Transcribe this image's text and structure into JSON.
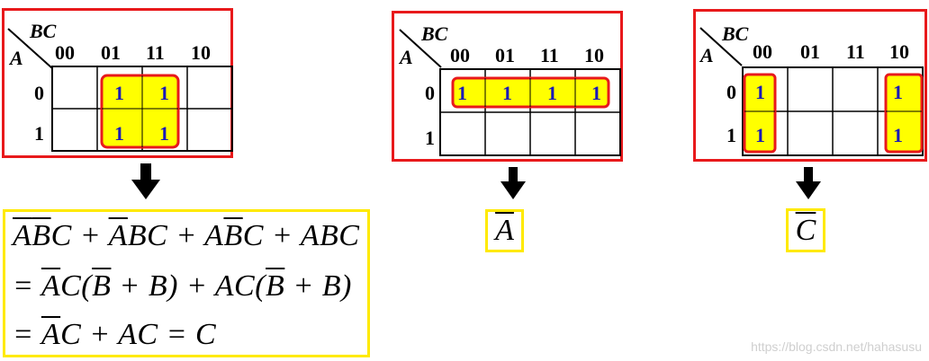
{
  "kmaps": [
    {
      "var_col": "BC",
      "var_row": "A",
      "cols": [
        "00",
        "01",
        "11",
        "10"
      ],
      "rows": [
        "0",
        "1"
      ],
      "cells": [
        [
          "",
          "1",
          "1",
          ""
        ],
        [
          "",
          "1",
          "1",
          ""
        ]
      ],
      "result": "C"
    },
    {
      "var_col": "BC",
      "var_row": "A",
      "cols": [
        "00",
        "01",
        "11",
        "10"
      ],
      "rows": [
        "0",
        "1"
      ],
      "cells": [
        [
          "1",
          "1",
          "1",
          "1"
        ],
        [
          "",
          "",
          "",
          ""
        ]
      ],
      "result": "A"
    },
    {
      "var_col": "BC",
      "var_row": "A",
      "cols": [
        "00",
        "01",
        "11",
        "10"
      ],
      "rows": [
        "0",
        "1"
      ],
      "cells": [
        [
          "1",
          "",
          "",
          "1"
        ],
        [
          "1",
          "",
          "",
          "1"
        ]
      ],
      "result": "C"
    }
  ],
  "derivation": {
    "line1": [
      "A",
      "B",
      "C",
      " + ",
      "A",
      "BC",
      " + A",
      "B",
      "C",
      " + ABC"
    ],
    "line2": [
      "= ",
      "A",
      "C(",
      "B",
      " + B) + AC(",
      "B",
      " + B)"
    ],
    "line3": [
      "= ",
      "A",
      "C + AC = C"
    ]
  },
  "colors": {
    "panel_border": "#e8191b",
    "result_border": "#ffea00",
    "group_fill": "#ffff00",
    "group_border": "#e8191b",
    "one_color": "#1a1ab8"
  },
  "watermark": "https://blog.csdn.net/hahasusu"
}
